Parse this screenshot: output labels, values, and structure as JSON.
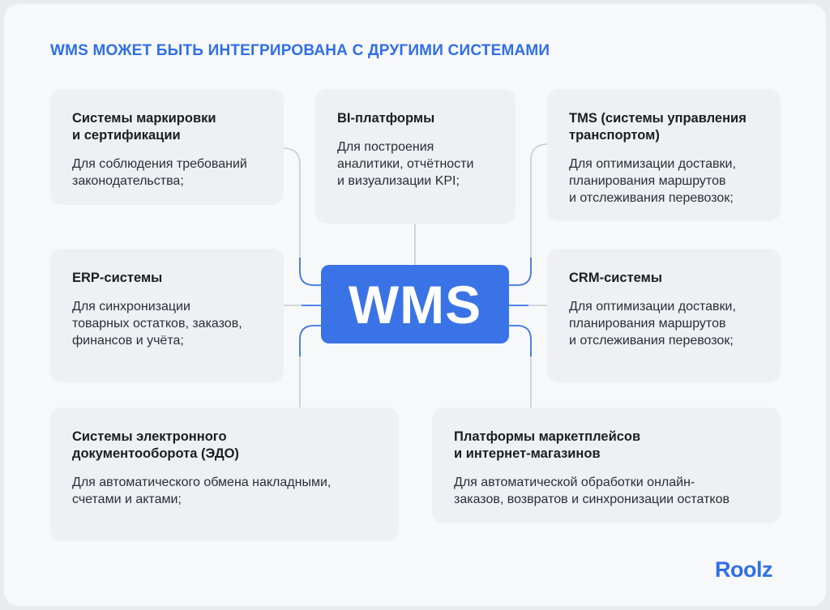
{
  "title": "WMS МОЖЕТ БЫТЬ ИНТЕГРИРОВАНА С ДРУГИМИ СИСТЕМАМИ",
  "center": {
    "label": "WMS"
  },
  "boxes": {
    "marking": {
      "heading": "Системы маркировки\nи сертификации",
      "text": "Для соблюдения требований\nзаконодательства;"
    },
    "bi": {
      "heading": "BI-платформы",
      "text": "Для построения\nаналитики, отчётности\nи визуализации KPI;"
    },
    "tms": {
      "heading": "TMS (системы управления\nтранспортом)",
      "text": "Для оптимизации доставки,\nпланирования маршрутов\nи отслеживания перевозок;"
    },
    "erp": {
      "heading": "ERP-системы",
      "text": "Для синхронизации\nтоварных остатков, заказов,\nфинансов и учёта;"
    },
    "crm": {
      "heading": "CRM-системы",
      "text": "Для оптимизации доставки,\nпланирования маршрутов\nи отслеживания перевозок;"
    },
    "edo": {
      "heading": "Системы электронного\nдокументооборота (ЭДО)",
      "text": "Для автоматического обмена накладными,\nсчетами и актами;"
    },
    "marketplace": {
      "heading": "Платформы маркетплейсов\nи интернет-магазинов",
      "text": "Для автоматической обработки онлайн-\nзаказов, возвратов и синхронизации остатков"
    }
  },
  "logo": "Roolz",
  "colors": {
    "accent": "#3a73e6",
    "title": "#2f6fe8",
    "connector_grey": "#c9ccd1",
    "connector_blue": "#3a73e6"
  }
}
